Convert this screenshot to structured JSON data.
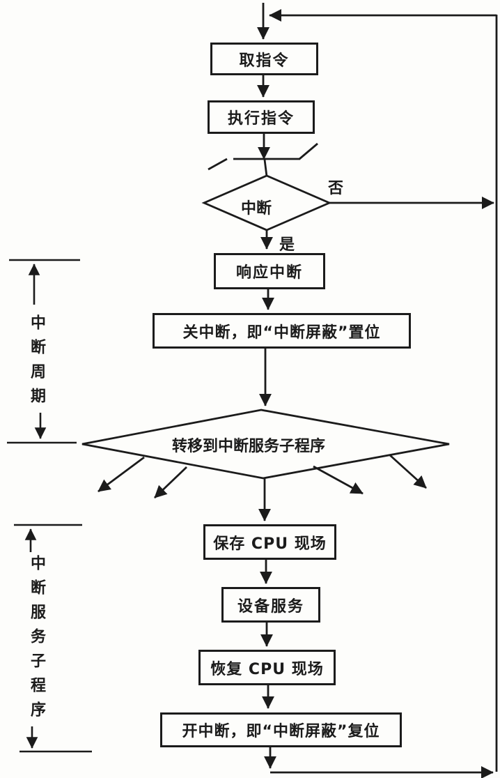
{
  "figure": {
    "bg_color": "#fdfdfb",
    "ink_color": "#1b1b1b",
    "type": "flowchart",
    "topic": "CPU interrupt handling cycle"
  },
  "flow": {
    "fetch": "取指令",
    "execute": "执行指令",
    "interrupt_q": "中断",
    "no": "否",
    "yes": "是",
    "respond": "响应中断",
    "mask_set": "关中断，即“中断屏蔽”置位",
    "vector": "转移到中断服务子程序",
    "save_cpu": "保存 CPU 现场",
    "device_service": "设备服务",
    "restore_cpu": "恢复 CPU 现场",
    "mask_reset": "开中断，即“中断屏蔽”复位"
  },
  "brackets": {
    "interrupt_cycle": "中断周期",
    "isr": "中断服务子程序"
  }
}
